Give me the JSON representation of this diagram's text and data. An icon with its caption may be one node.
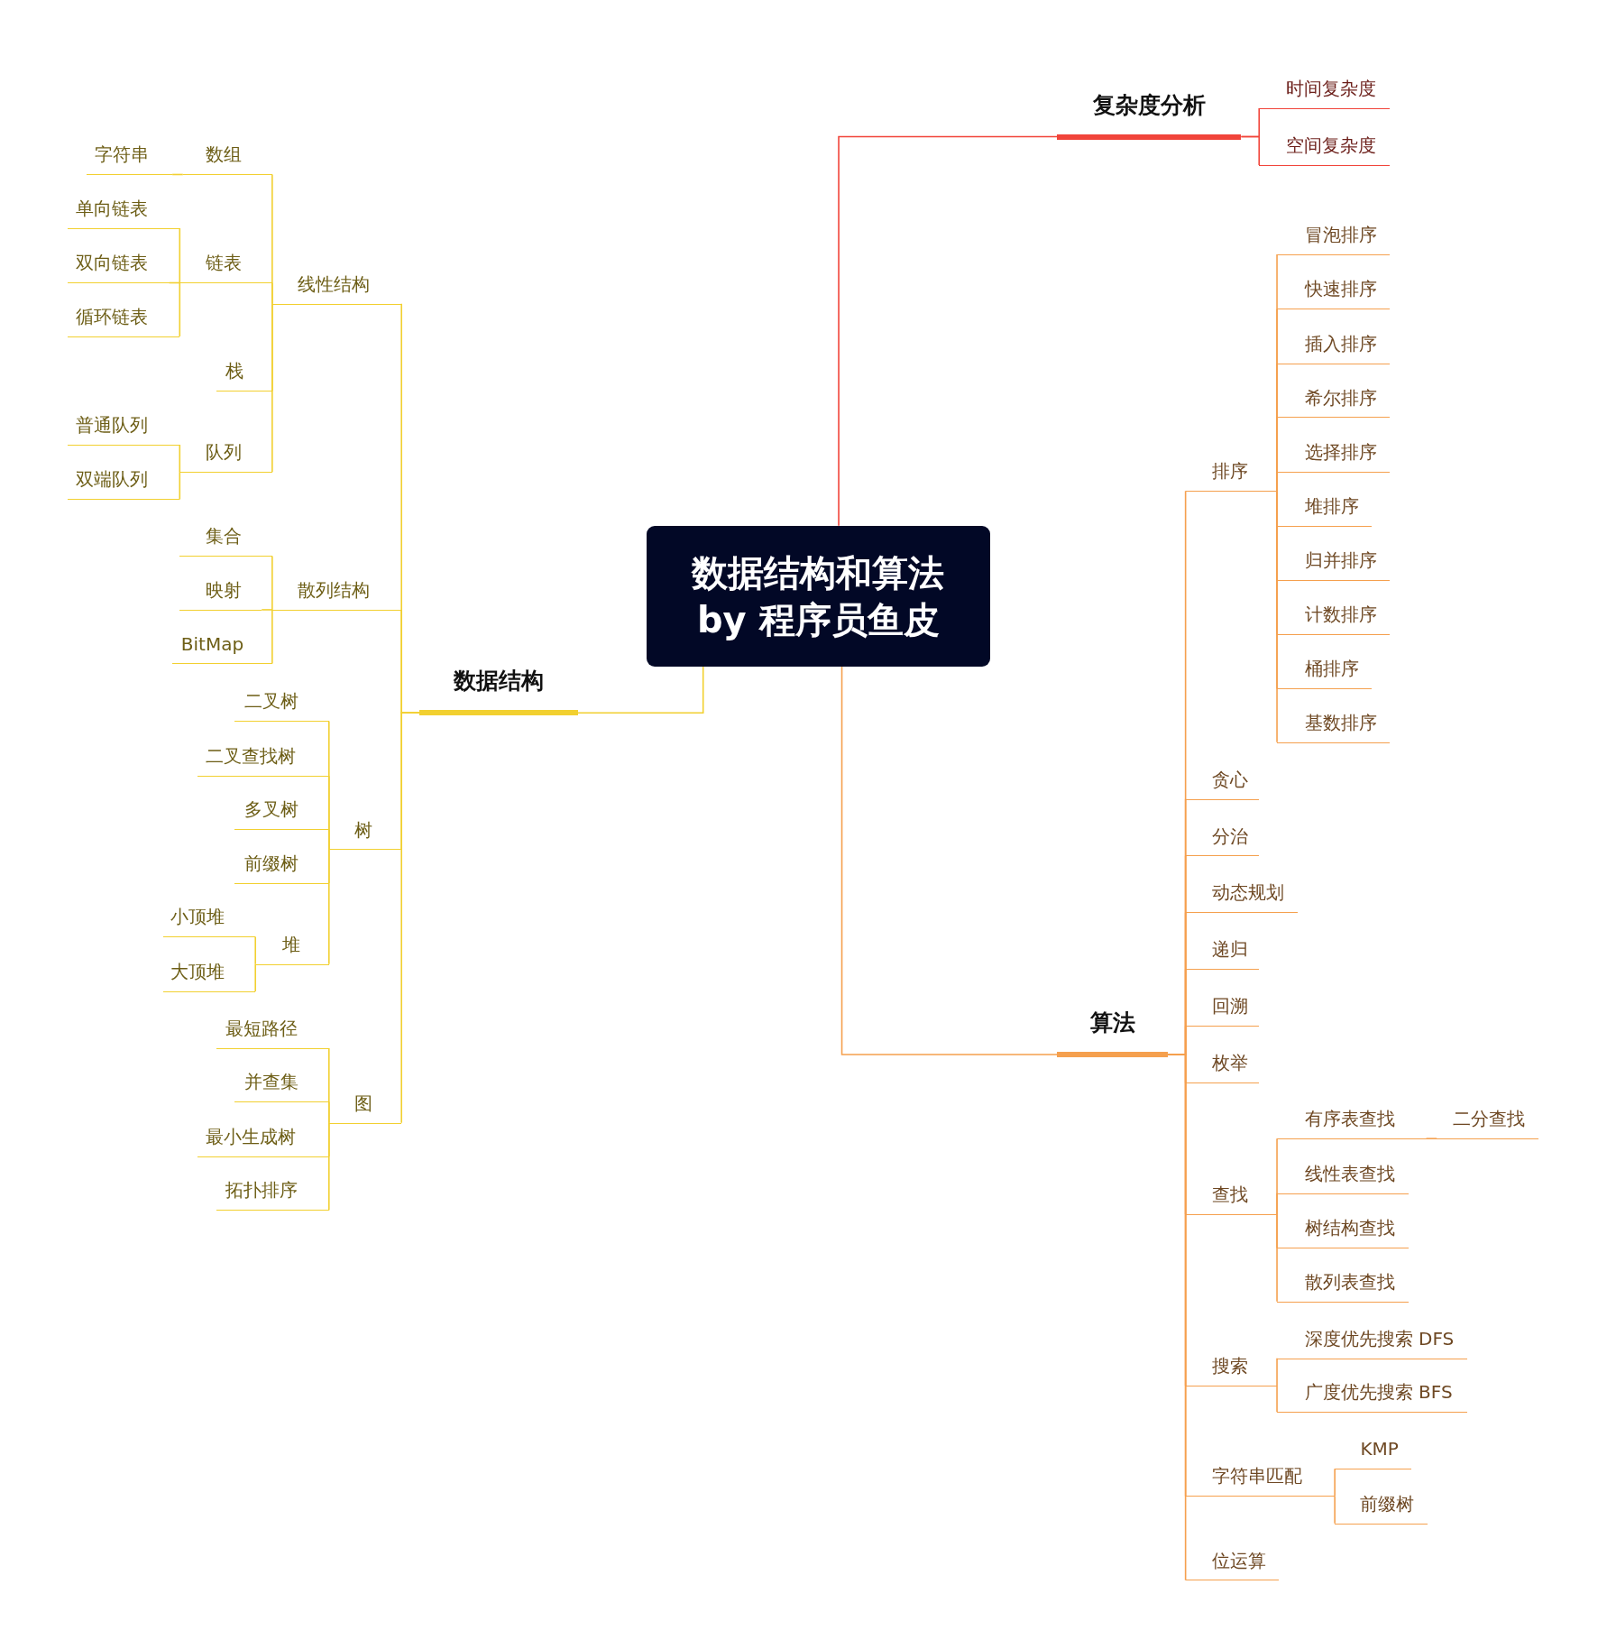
{
  "diagram": {
    "nodes": [
      {
        "text": [
          "数据结构和算法 by 程序员鱼皮"
        ]
      },
      {
        "text": [
          "复杂度分析"
        ]
      },
      {
        "text": [
          "时间复杂度"
        ]
      },
      {
        "text": [
          "空间复杂度"
        ]
      },
      {
        "text": [
          "数据结构"
        ]
      },
      {
        "text": [
          "线性结构"
        ]
      },
      {
        "text": [
          "数组"
        ]
      },
      {
        "text": [
          "字符串"
        ]
      },
      {
        "text": [
          "链表"
        ]
      },
      {
        "text": [
          "单向链表"
        ]
      },
      {
        "text": [
          "双向链表"
        ]
      },
      {
        "text": [
          "循环链表"
        ]
      },
      {
        "text": [
          "栈"
        ]
      },
      {
        "text": [
          "队列"
        ]
      },
      {
        "text": [
          "普通队列"
        ]
      },
      {
        "text": [
          "双端队列"
        ]
      },
      {
        "text": [
          "散列结构"
        ]
      },
      {
        "text": [
          "集合"
        ]
      },
      {
        "text": [
          "映射"
        ]
      },
      {
        "text": [
          "BitMap"
        ]
      },
      {
        "text": [
          "树"
        ]
      },
      {
        "text": [
          "二叉树"
        ]
      },
      {
        "text": [
          "二叉查找树"
        ]
      },
      {
        "text": [
          "多叉树"
        ]
      },
      {
        "text": [
          "前缀树"
        ]
      },
      {
        "text": [
          "堆"
        ]
      },
      {
        "text": [
          "小顶堆"
        ]
      },
      {
        "text": [
          "大顶堆"
        ]
      },
      {
        "text": [
          "图"
        ]
      },
      {
        "text": [
          "最短路径"
        ]
      },
      {
        "text": [
          "并查集"
        ]
      },
      {
        "text": [
          "最小生成树"
        ]
      },
      {
        "text": [
          "拓扑排序"
        ]
      },
      {
        "text": [
          "算法"
        ]
      },
      {
        "text": [
          "排序"
        ]
      },
      {
        "text": [
          "冒泡排序"
        ]
      },
      {
        "text": [
          "快速排序"
        ]
      },
      {
        "text": [
          "插入排序"
        ]
      },
      {
        "text": [
          "希尔排序"
        ]
      },
      {
        "text": [
          "选择排序"
        ]
      },
      {
        "text": [
          "堆排序"
        ]
      },
      {
        "text": [
          "归并排序"
        ]
      },
      {
        "text": [
          "计数排序"
        ]
      },
      {
        "text": [
          "桶排序"
        ]
      },
      {
        "text": [
          "基数排序"
        ]
      },
      {
        "text": [
          "贪心"
        ]
      },
      {
        "text": [
          "分治"
        ]
      },
      {
        "text": [
          "动态规划"
        ]
      },
      {
        "text": [
          "递归"
        ]
      },
      {
        "text": [
          "回溯"
        ]
      },
      {
        "text": [
          "枚举"
        ]
      },
      {
        "text": [
          "查找"
        ]
      },
      {
        "text": [
          "有序表查找"
        ]
      },
      {
        "text": [
          "二分查找"
        ]
      },
      {
        "text": [
          "线性表查找"
        ]
      },
      {
        "text": [
          "树结构查找"
        ]
      },
      {
        "text": [
          "散列表查找"
        ]
      },
      {
        "text": [
          "搜索"
        ]
      },
      {
        "text": [
          "深度优先搜索 DFS"
        ]
      },
      {
        "text": [
          "广度优先搜索 BFS"
        ]
      },
      {
        "text": [
          "字符串匹配"
        ]
      },
      {
        "text": [
          "KMP"
        ]
      },
      {
        "text": [
          "前缀树"
        ]
      },
      {
        "text": [
          "位运算"
        ]
      }
    ],
    "edges": [
      {
        "from": 0,
        "to": 1,
        "arrow": "none",
        "color": "#f1443a"
      },
      {
        "from": 1,
        "to": 2,
        "arrow": "none",
        "color": "#f1443a"
      },
      {
        "from": 1,
        "to": 3,
        "arrow": "none",
        "color": "#f1443a"
      },
      {
        "from": 0,
        "to": 4,
        "arrow": "none",
        "color": "#f2d030"
      },
      {
        "from": 4,
        "to": 5,
        "arrow": "none",
        "color": "#f2d030"
      },
      {
        "from": 5,
        "to": 6,
        "arrow": "none",
        "color": "#f2d030"
      },
      {
        "from": 6,
        "to": 7,
        "arrow": "none",
        "color": "#f2d030"
      },
      {
        "from": 5,
        "to": 8,
        "arrow": "none",
        "color": "#f2d030"
      },
      {
        "from": 8,
        "to": 9,
        "arrow": "none",
        "color": "#f2d030"
      },
      {
        "from": 8,
        "to": 10,
        "arrow": "none",
        "color": "#f2d030"
      },
      {
        "from": 8,
        "to": 11,
        "arrow": "none",
        "color": "#f2d030"
      },
      {
        "from": 5,
        "to": 12,
        "arrow": "none",
        "color": "#f2d030"
      },
      {
        "from": 5,
        "to": 13,
        "arrow": "none",
        "color": "#f2d030"
      },
      {
        "from": 13,
        "to": 14,
        "arrow": "none",
        "color": "#f2d030"
      },
      {
        "from": 13,
        "to": 15,
        "arrow": "none",
        "color": "#f2d030"
      },
      {
        "from": 4,
        "to": 16,
        "arrow": "none",
        "color": "#f2d030"
      },
      {
        "from": 16,
        "to": 17,
        "arrow": "none",
        "color": "#f2d030"
      },
      {
        "from": 16,
        "to": 18,
        "arrow": "none",
        "color": "#f2d030"
      },
      {
        "from": 16,
        "to": 19,
        "arrow": "none",
        "color": "#f2d030"
      },
      {
        "from": 4,
        "to": 20,
        "arrow": "none",
        "color": "#f2d030"
      },
      {
        "from": 20,
        "to": 21,
        "arrow": "none",
        "color": "#f2d030"
      },
      {
        "from": 20,
        "to": 22,
        "arrow": "none",
        "color": "#f2d030"
      },
      {
        "from": 20,
        "to": 23,
        "arrow": "none",
        "color": "#f2d030"
      },
      {
        "from": 20,
        "to": 24,
        "arrow": "none",
        "color": "#f2d030"
      },
      {
        "from": 20,
        "to": 25,
        "arrow": "none",
        "color": "#f2d030"
      },
      {
        "from": 25,
        "to": 26,
        "arrow": "none",
        "color": "#f2d030"
      },
      {
        "from": 25,
        "to": 27,
        "arrow": "none",
        "color": "#f2d030"
      },
      {
        "from": 4,
        "to": 28,
        "arrow": "none",
        "color": "#f2d030"
      },
      {
        "from": 28,
        "to": 29,
        "arrow": "none",
        "color": "#f2d030"
      },
      {
        "from": 28,
        "to": 30,
        "arrow": "none",
        "color": "#f2d030"
      },
      {
        "from": 28,
        "to": 31,
        "arrow": "none",
        "color": "#f2d030"
      },
      {
        "from": 28,
        "to": 32,
        "arrow": "none",
        "color": "#f2d030"
      },
      {
        "from": 0,
        "to": 33,
        "arrow": "none"
      },
      {
        "from": 33,
        "to": 34,
        "arrow": "none"
      },
      {
        "from": 34,
        "to": 35,
        "arrow": "none"
      },
      {
        "from": 34,
        "to": 36,
        "arrow": "none"
      },
      {
        "from": 34,
        "to": 37,
        "arrow": "none"
      },
      {
        "from": 34,
        "to": 38,
        "arrow": "none"
      },
      {
        "from": 34,
        "to": 39,
        "arrow": "none"
      },
      {
        "from": 34,
        "to": 40,
        "arrow": "none"
      },
      {
        "from": 34,
        "to": 41,
        "arrow": "none"
      },
      {
        "from": 34,
        "to": 42,
        "arrow": "none"
      },
      {
        "from": 34,
        "to": 43,
        "arrow": "none"
      },
      {
        "from": 34,
        "to": 44,
        "arrow": "none"
      },
      {
        "from": 33,
        "to": 45,
        "arrow": "none"
      },
      {
        "from": 33,
        "to": 46,
        "arrow": "none"
      },
      {
        "from": 33,
        "to": 47,
        "arrow": "none"
      },
      {
        "from": 33,
        "to": 48,
        "arrow": "none"
      },
      {
        "from": 33,
        "to": 49,
        "arrow": "none"
      },
      {
        "from": 33,
        "to": 50,
        "arrow": "none"
      },
      {
        "from": 33,
        "to": 51,
        "arrow": "none"
      },
      {
        "from": 51,
        "to": 52,
        "arrow": "none"
      },
      {
        "from": 52,
        "to": 53,
        "arrow": "none"
      },
      {
        "from": 51,
        "to": 54,
        "arrow": "none"
      },
      {
        "from": 51,
        "to": 55,
        "arrow": "none"
      },
      {
        "from": 51,
        "to": 56,
        "arrow": "none"
      },
      {
        "from": 33,
        "to": 57,
        "arrow": "none"
      },
      {
        "from": 57,
        "to": 58,
        "arrow": "none"
      },
      {
        "from": 57,
        "to": 59,
        "arrow": "none"
      },
      {
        "from": 33,
        "to": 60,
        "arrow": "none"
      },
      {
        "from": 60,
        "to": 61,
        "arrow": "none"
      },
      {
        "from": 60,
        "to": 62,
        "arrow": "none"
      },
      {
        "from": 33,
        "to": 63,
        "arrow": "none"
      }
    ]
  }
}
